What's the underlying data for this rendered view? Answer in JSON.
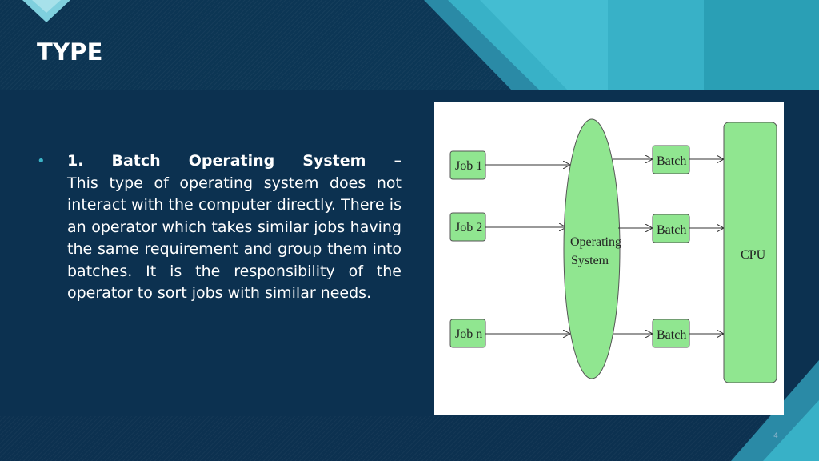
{
  "slide": {
    "title": "TYPE",
    "bullet": {
      "number": "1.",
      "heading_words": [
        "Batch",
        "Operating",
        "System",
        "–"
      ],
      "body": "This type of operating system does not interact with the computer directly. There is an operator which takes similar jobs having the same requirement and group them into batches. It is the responsibility of the operator to sort jobs with similar needs."
    },
    "page_number": "4"
  },
  "diagram": {
    "jobs": [
      "Job 1",
      "Job 2",
      "Job n"
    ],
    "os_label_line1": "Operating",
    "os_label_line2": "System",
    "batches": [
      "Batch",
      "Batch",
      "Batch"
    ],
    "cpu_label": "CPU"
  },
  "colors": {
    "background": "#0c3150",
    "accent": "#3bb3c6",
    "node_fill": "#90e690",
    "node_stroke": "#555555"
  }
}
